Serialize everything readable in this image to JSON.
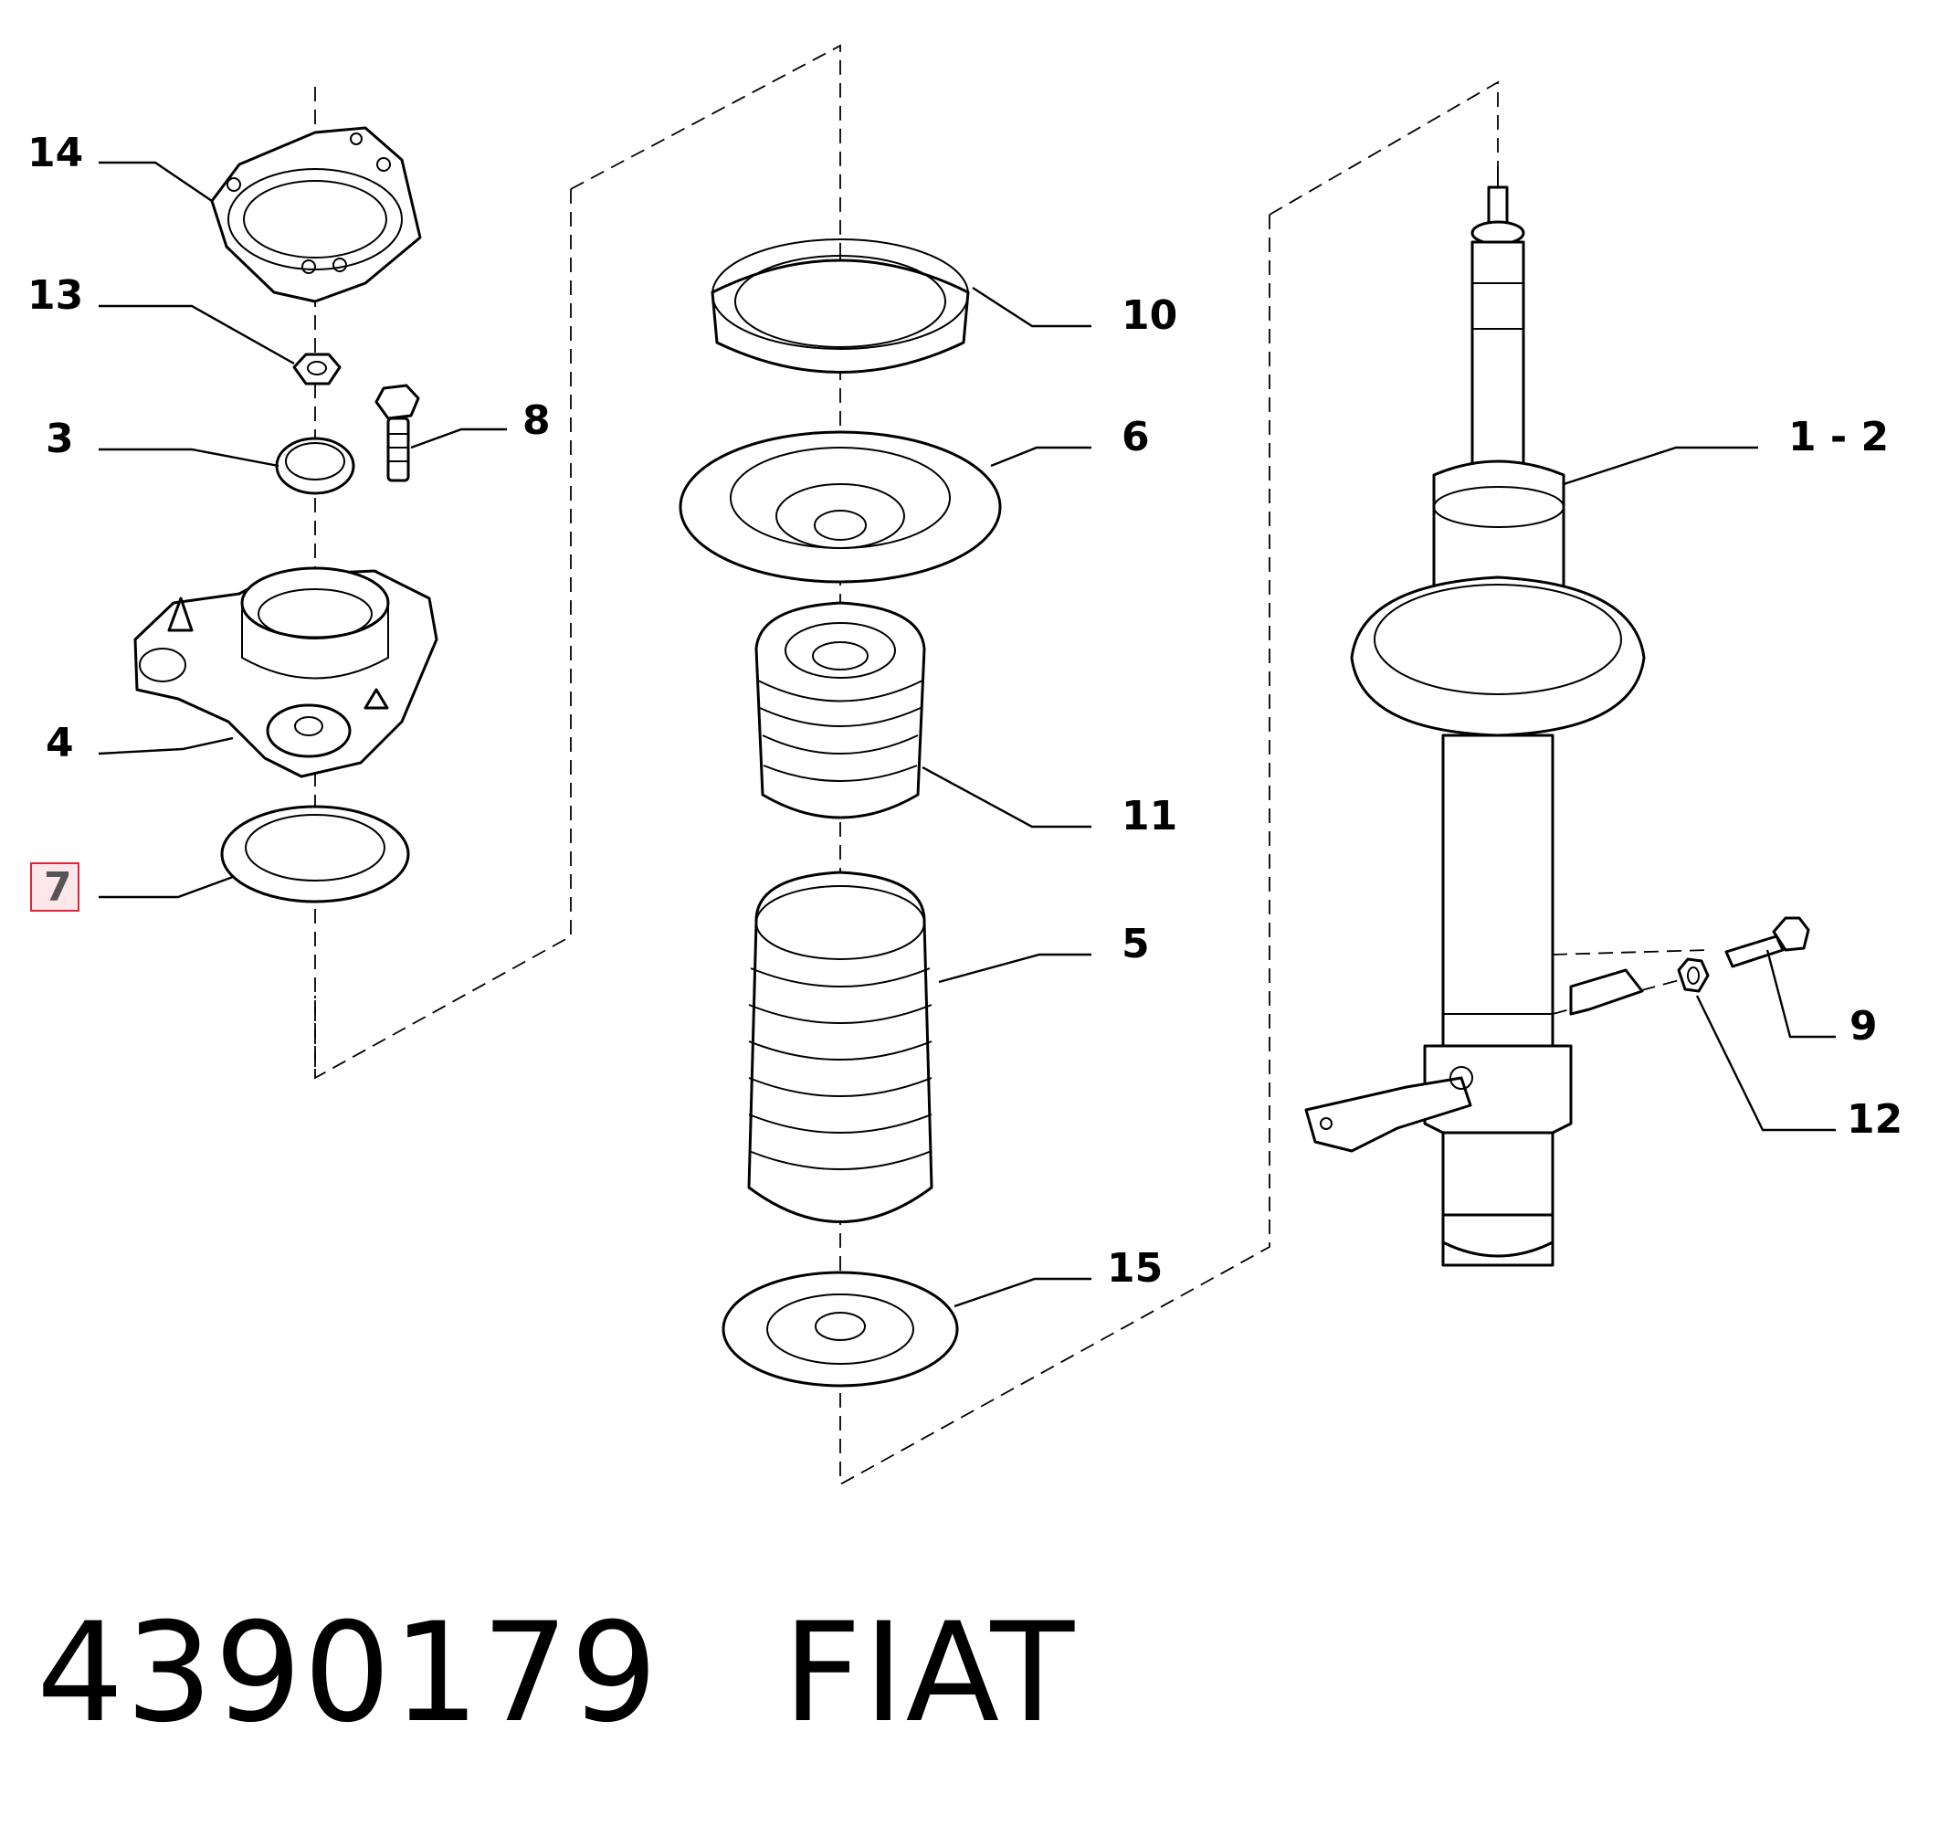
{
  "callouts": [
    {
      "id": "14",
      "label": "14"
    },
    {
      "id": "13",
      "label": "13"
    },
    {
      "id": "3",
      "label": "3"
    },
    {
      "id": "8",
      "label": "8"
    },
    {
      "id": "4",
      "label": "4"
    },
    {
      "id": "7",
      "label": "7",
      "highlighted": true
    },
    {
      "id": "10",
      "label": "10"
    },
    {
      "id": "6",
      "label": "6"
    },
    {
      "id": "11",
      "label": "11"
    },
    {
      "id": "5",
      "label": "5"
    },
    {
      "id": "15",
      "label": "15"
    },
    {
      "id": "1-2",
      "label": "1 - 2"
    },
    {
      "id": "9",
      "label": "9"
    },
    {
      "id": "12",
      "label": "12"
    }
  ],
  "footer": {
    "part_number": "4390179",
    "brand": "FIAT"
  },
  "colors": {
    "line": "#000000",
    "background": "#ffffff",
    "highlight_border": "#e0233c",
    "highlight_fill": "#fde7ea"
  }
}
